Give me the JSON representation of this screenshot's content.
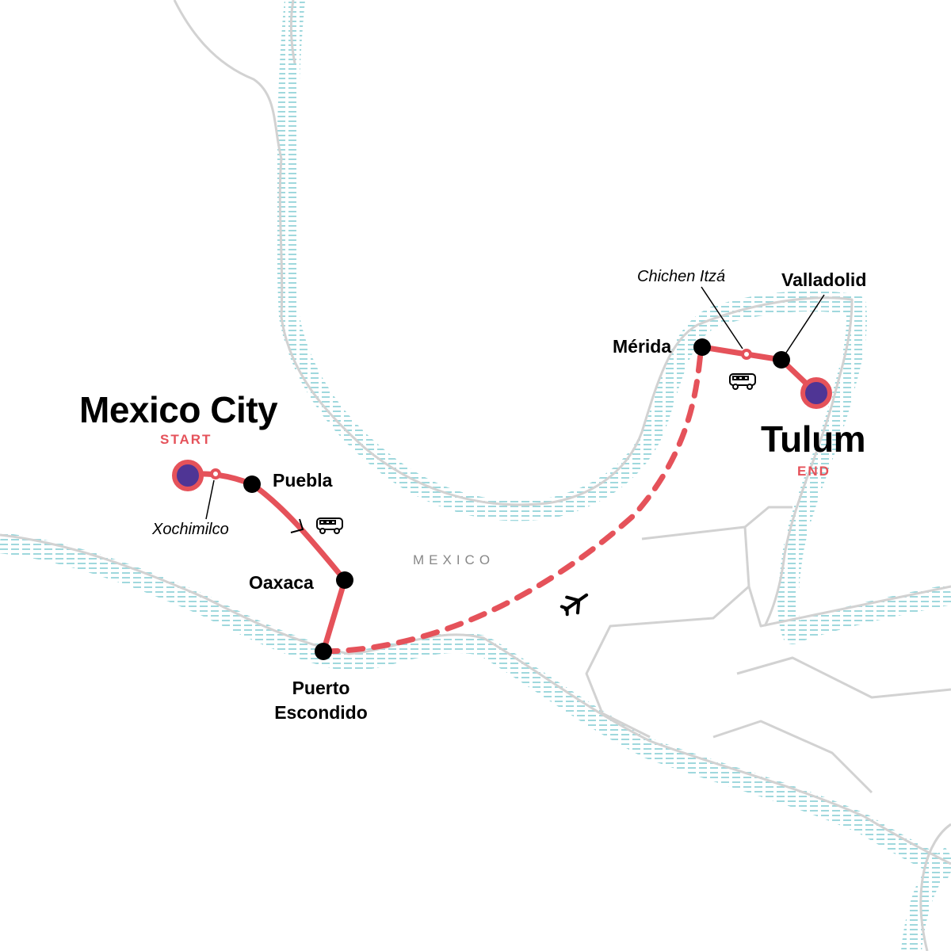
{
  "map": {
    "country_label": "MEXICO",
    "colors": {
      "route": "#e5525a",
      "endpoint": "#4f3595",
      "stop": "#000000",
      "coast": "#d2d2d2",
      "water": "#9fd8dd"
    },
    "places": {
      "mexico_city": "Mexico City",
      "start": "START",
      "xochimilco": "Xochimilco",
      "puebla": "Puebla",
      "oaxaca": "Oaxaca",
      "puerto_escondido": "Puerto Escondido",
      "merida": "Mérida",
      "chichen_itza": "Chichen Itzá",
      "valladolid": "Valladolid",
      "tulum": "Tulum",
      "end": "END"
    },
    "transport_icons": [
      "bus-icon",
      "bus-icon",
      "plane-icon"
    ]
  }
}
